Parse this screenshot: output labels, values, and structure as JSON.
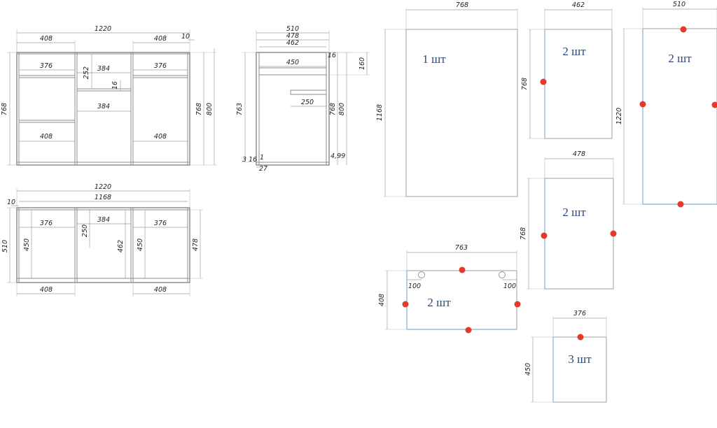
{
  "front_view": {
    "width": "1220",
    "height": "768",
    "height_total": "800",
    "gap": "10",
    "side_w_left": "408",
    "side_w_right": "408",
    "shelf_left": "376",
    "shelf_right": "376",
    "mid_drawer": "384",
    "mid_drawer2": "384",
    "mid_h": "252",
    "mid_t": "16",
    "bottom_left": "408",
    "bottom_right": "408",
    "right_h": "768"
  },
  "side_view": {
    "w510": "510",
    "w478": "478",
    "w462": "462",
    "w450": "450",
    "w250": "250",
    "t16": "16",
    "h160": "160",
    "h763": "763",
    "h768": "768",
    "h800": "800",
    "v499": "4,99",
    "v3": "3",
    "v16": "16",
    "v1": "1",
    "v27": "27"
  },
  "plan_view": {
    "width": "1220",
    "inner": "1168",
    "gap": "10",
    "depth": "510",
    "shelf_left": "376",
    "shelf_mid": "384",
    "shelf_right": "376",
    "d450_left": "450",
    "d250": "250",
    "d462": "462",
    "d450_right": "450",
    "d478": "478",
    "bottom_left": "408",
    "bottom_right": "408"
  },
  "parts": [
    {
      "width": "768",
      "height": "1168",
      "qty": "1 шт"
    },
    {
      "width": "462",
      "height": "768",
      "qty": "2 шт"
    },
    {
      "width": "510",
      "height": "1220",
      "qty": "2 шт"
    },
    {
      "width": "478",
      "height": "768",
      "qty": "2 шт"
    },
    {
      "width": "763",
      "height": "408",
      "qty": "2 шт",
      "hole_left": "100",
      "hole_right": "100"
    },
    {
      "width": "376",
      "height": "450",
      "qty": "3 шт"
    }
  ],
  "colors": {
    "edge": "#7fb0d8",
    "dot": "#e53a2b",
    "qty": "#2c4a77"
  }
}
